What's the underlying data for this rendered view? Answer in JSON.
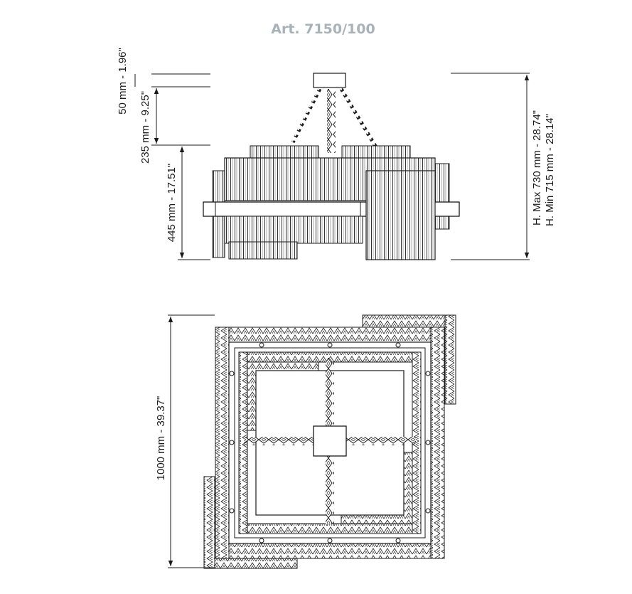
{
  "title": "Art. 7150/100",
  "colors": {
    "title": "#a7b2b9",
    "line": "#1a1a1a"
  },
  "elevation": {
    "dim_top": "50 mm - 1.96\"",
    "dim_chain": "235 mm - 9.25\"",
    "dim_body": "445 mm - 17.51\"",
    "height_max": "H. Max 730 mm - 28.74\"",
    "height_min": "H. Min 715 mm - 28.14\""
  },
  "plan": {
    "dim_width": "1000 mm - 39.37\""
  }
}
